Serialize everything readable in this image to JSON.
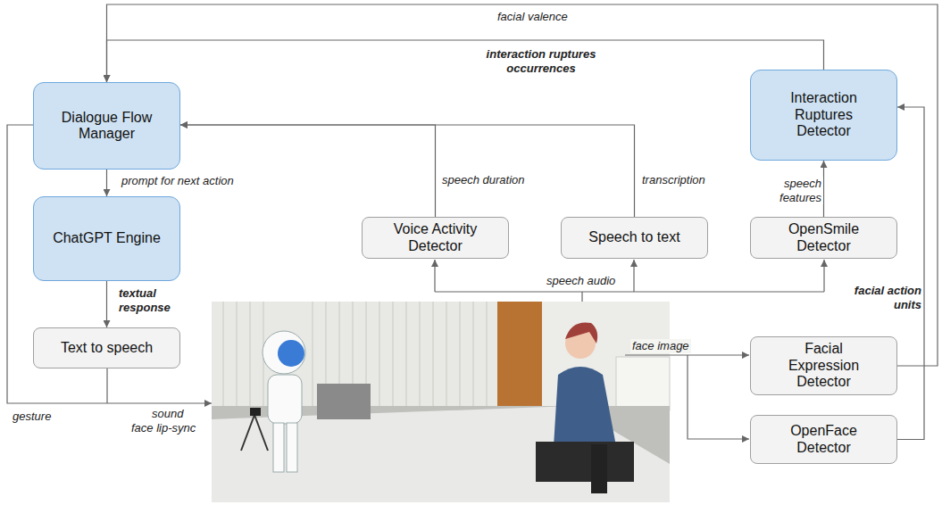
{
  "diagram": {
    "nodes": [
      {
        "text": [
          "Dialogue Flow Manager"
        ]
      },
      {
        "text": [
          "Interaction Ruptures Detector"
        ]
      },
      {
        "text": [
          "ChatGPT Engine"
        ]
      },
      {
        "text": [
          "Voice Activity Detector"
        ]
      },
      {
        "text": [
          "Speech to text"
        ]
      },
      {
        "text": [
          "OpenSmile Detector"
        ]
      },
      {
        "text": [
          "Text to speech"
        ]
      },
      {
        "text": [
          "Facial Expression Detector"
        ]
      },
      {
        "text": [
          "OpenFace Detector"
        ]
      }
    ],
    "edges": [
      {
        "from": 1,
        "to": 0,
        "label": "interaction ruptures occurrences",
        "arrow": "to"
      },
      {
        "from": 7,
        "to": 0,
        "label": "facial valence",
        "arrow": "to"
      },
      {
        "from": 3,
        "to": 0,
        "label": "speech duration",
        "arrow": "to"
      },
      {
        "from": 4,
        "to": 0,
        "label": "transcription",
        "arrow": "to"
      },
      {
        "from": 5,
        "to": 1,
        "label": "speech features",
        "arrow": "to"
      },
      {
        "from": 0,
        "to": 2,
        "label": "prompt for next action",
        "arrow": "to"
      },
      {
        "from": 2,
        "to": 6,
        "label": "textual response",
        "arrow": "to"
      },
      {
        "from": 8,
        "to": 1,
        "label": "facial action units",
        "arrow": "to"
      }
    ],
    "labels": [
      "speech audio",
      "face image",
      "gesture",
      "sound",
      "face lip-sync"
    ]
  }
}
